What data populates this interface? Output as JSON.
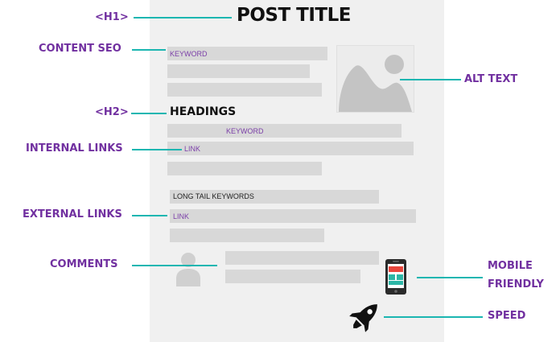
{
  "post": {
    "title": "POST TITLE",
    "headings": "HEADINGS"
  },
  "placeholders": {
    "keyword_1": "KEYWORD",
    "keyword_2": "KEYWORD",
    "link_1": "LINK",
    "long_tail": "LONG TAIL KEYWORDS",
    "link_2": "LINK"
  },
  "labels": {
    "h1": "<H1>",
    "content_seo": "CONTENT SEO",
    "h2": "<H2>",
    "internal_links": "INTERNAL LINKS",
    "external_links": "EXTERNAL LINKS",
    "comments": "COMMENTS",
    "alt_text": "ALT TEXT",
    "mobile_friendly_line1": "MOBILE",
    "mobile_friendly_line2": "FRIENDLY",
    "speed": "SPEED"
  },
  "icons": {
    "image": "image-placeholder-icon",
    "user": "user-avatar-icon",
    "phone": "mobile-phone-icon",
    "rocket": "rocket-icon"
  },
  "colors": {
    "label": "#7130a0",
    "connector": "#1bb6b1",
    "page": "#f0f0f0",
    "placeholder_bar": "#d8d8d8"
  }
}
